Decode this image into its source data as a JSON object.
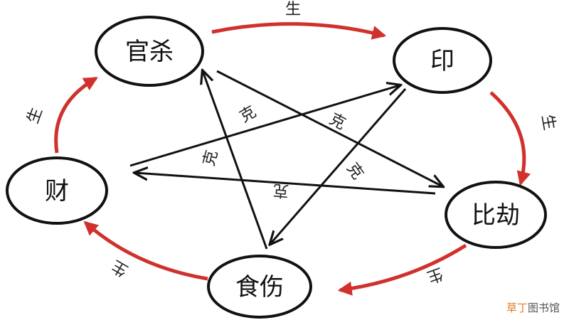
{
  "nodes": {
    "guansha": "官杀",
    "yin": "印",
    "bijie": "比劫",
    "shishang": "食伤",
    "cai": "财"
  },
  "relations": {
    "generate": "生",
    "control": "克"
  },
  "watermark": {
    "part_a": "草丁",
    "part_b": "图书馆"
  },
  "colors": {
    "generate_arrow": "#d0312d",
    "control_arrow": "#111111",
    "node_border": "#111111"
  }
}
